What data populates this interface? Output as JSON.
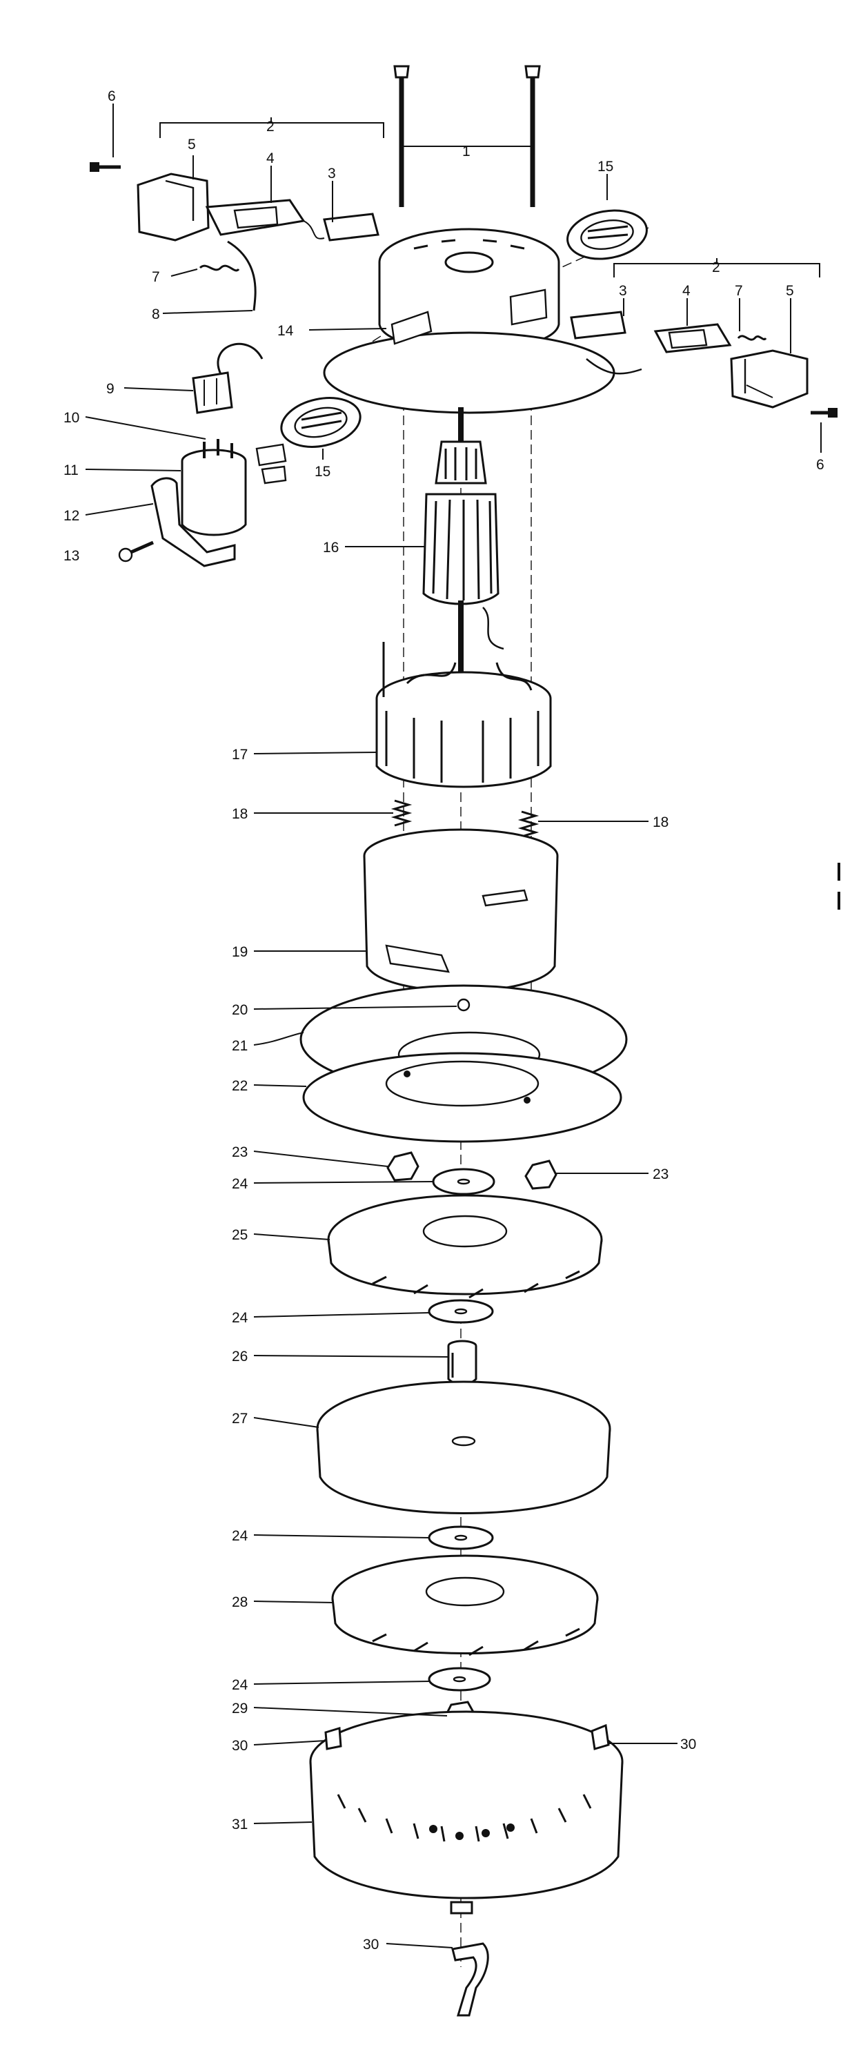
{
  "diagram": {
    "callouts": [
      {
        "id": "c1",
        "text": "1"
      },
      {
        "id": "c2l",
        "text": "2"
      },
      {
        "id": "c2r",
        "text": "2"
      },
      {
        "id": "c3l",
        "text": "3"
      },
      {
        "id": "c3r",
        "text": "3"
      },
      {
        "id": "c4l",
        "text": "4"
      },
      {
        "id": "c4r",
        "text": "4"
      },
      {
        "id": "c5l",
        "text": "5"
      },
      {
        "id": "c5r",
        "text": "5"
      },
      {
        "id": "c6l",
        "text": "6"
      },
      {
        "id": "c6r",
        "text": "6"
      },
      {
        "id": "c7l",
        "text": "7"
      },
      {
        "id": "c7r",
        "text": "7"
      },
      {
        "id": "c8",
        "text": "8"
      },
      {
        "id": "c9",
        "text": "9"
      },
      {
        "id": "c10",
        "text": "10"
      },
      {
        "id": "c11",
        "text": "11"
      },
      {
        "id": "c12",
        "text": "12"
      },
      {
        "id": "c13",
        "text": "13"
      },
      {
        "id": "c14",
        "text": "14"
      },
      {
        "id": "c15t",
        "text": "15"
      },
      {
        "id": "c15m",
        "text": "15"
      },
      {
        "id": "c16",
        "text": "16"
      },
      {
        "id": "c17",
        "text": "17"
      },
      {
        "id": "c18l",
        "text": "18"
      },
      {
        "id": "c18r",
        "text": "18"
      },
      {
        "id": "c19",
        "text": "19"
      },
      {
        "id": "c20",
        "text": "20"
      },
      {
        "id": "c21",
        "text": "21"
      },
      {
        "id": "c22",
        "text": "22"
      },
      {
        "id": "c23l",
        "text": "23"
      },
      {
        "id": "c23r",
        "text": "23"
      },
      {
        "id": "c24a",
        "text": "24"
      },
      {
        "id": "c24b",
        "text": "24"
      },
      {
        "id": "c24c",
        "text": "24"
      },
      {
        "id": "c24d",
        "text": "24"
      },
      {
        "id": "c25",
        "text": "25"
      },
      {
        "id": "c26",
        "text": "26"
      },
      {
        "id": "c27",
        "text": "27"
      },
      {
        "id": "c28",
        "text": "28"
      },
      {
        "id": "c29",
        "text": "29"
      },
      {
        "id": "c30l",
        "text": "30"
      },
      {
        "id": "c30r",
        "text": "30"
      },
      {
        "id": "c30b",
        "text": "30"
      },
      {
        "id": "c31",
        "text": "31"
      }
    ]
  }
}
